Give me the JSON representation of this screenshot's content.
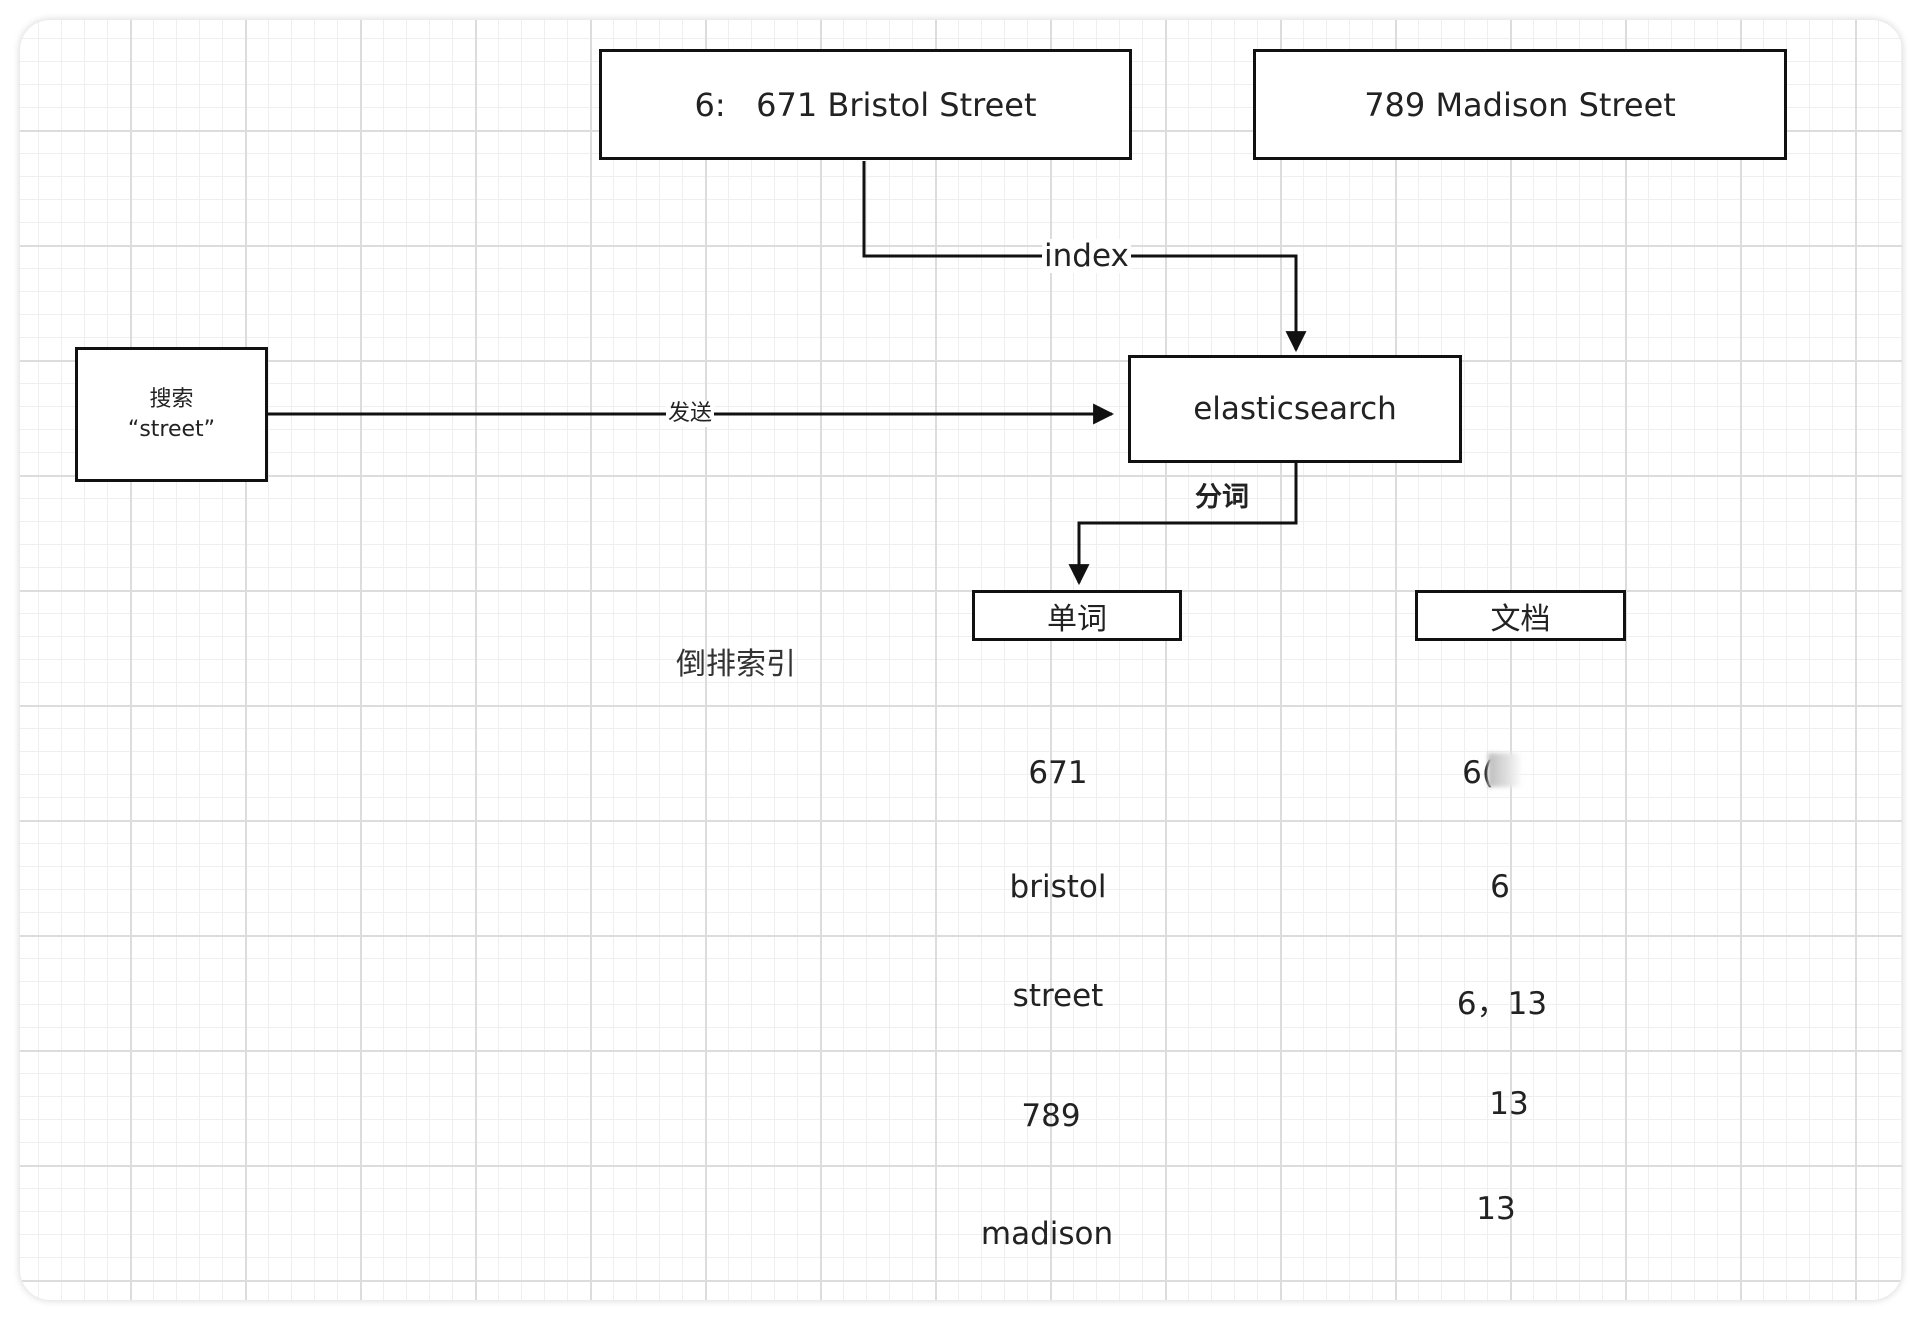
{
  "nodes": {
    "doc1": "6:   671 Bristol Street",
    "doc2": "789 Madison Street",
    "search_line1": "搜索",
    "search_line2": "“street”",
    "engine": "elasticsearch"
  },
  "edges": {
    "index": "index",
    "send": "发送",
    "tokenize": "分词"
  },
  "inverted_index": {
    "title": "倒排索引",
    "headers": {
      "term": "单词",
      "docs": "文档"
    },
    "rows": [
      {
        "term": "671",
        "docs": "6("
      },
      {
        "term": "bristol",
        "docs": "6"
      },
      {
        "term": "street",
        "docs": "6，13"
      },
      {
        "term": "789",
        "docs": "13"
      },
      {
        "term": "madison",
        "docs": "13"
      }
    ]
  }
}
